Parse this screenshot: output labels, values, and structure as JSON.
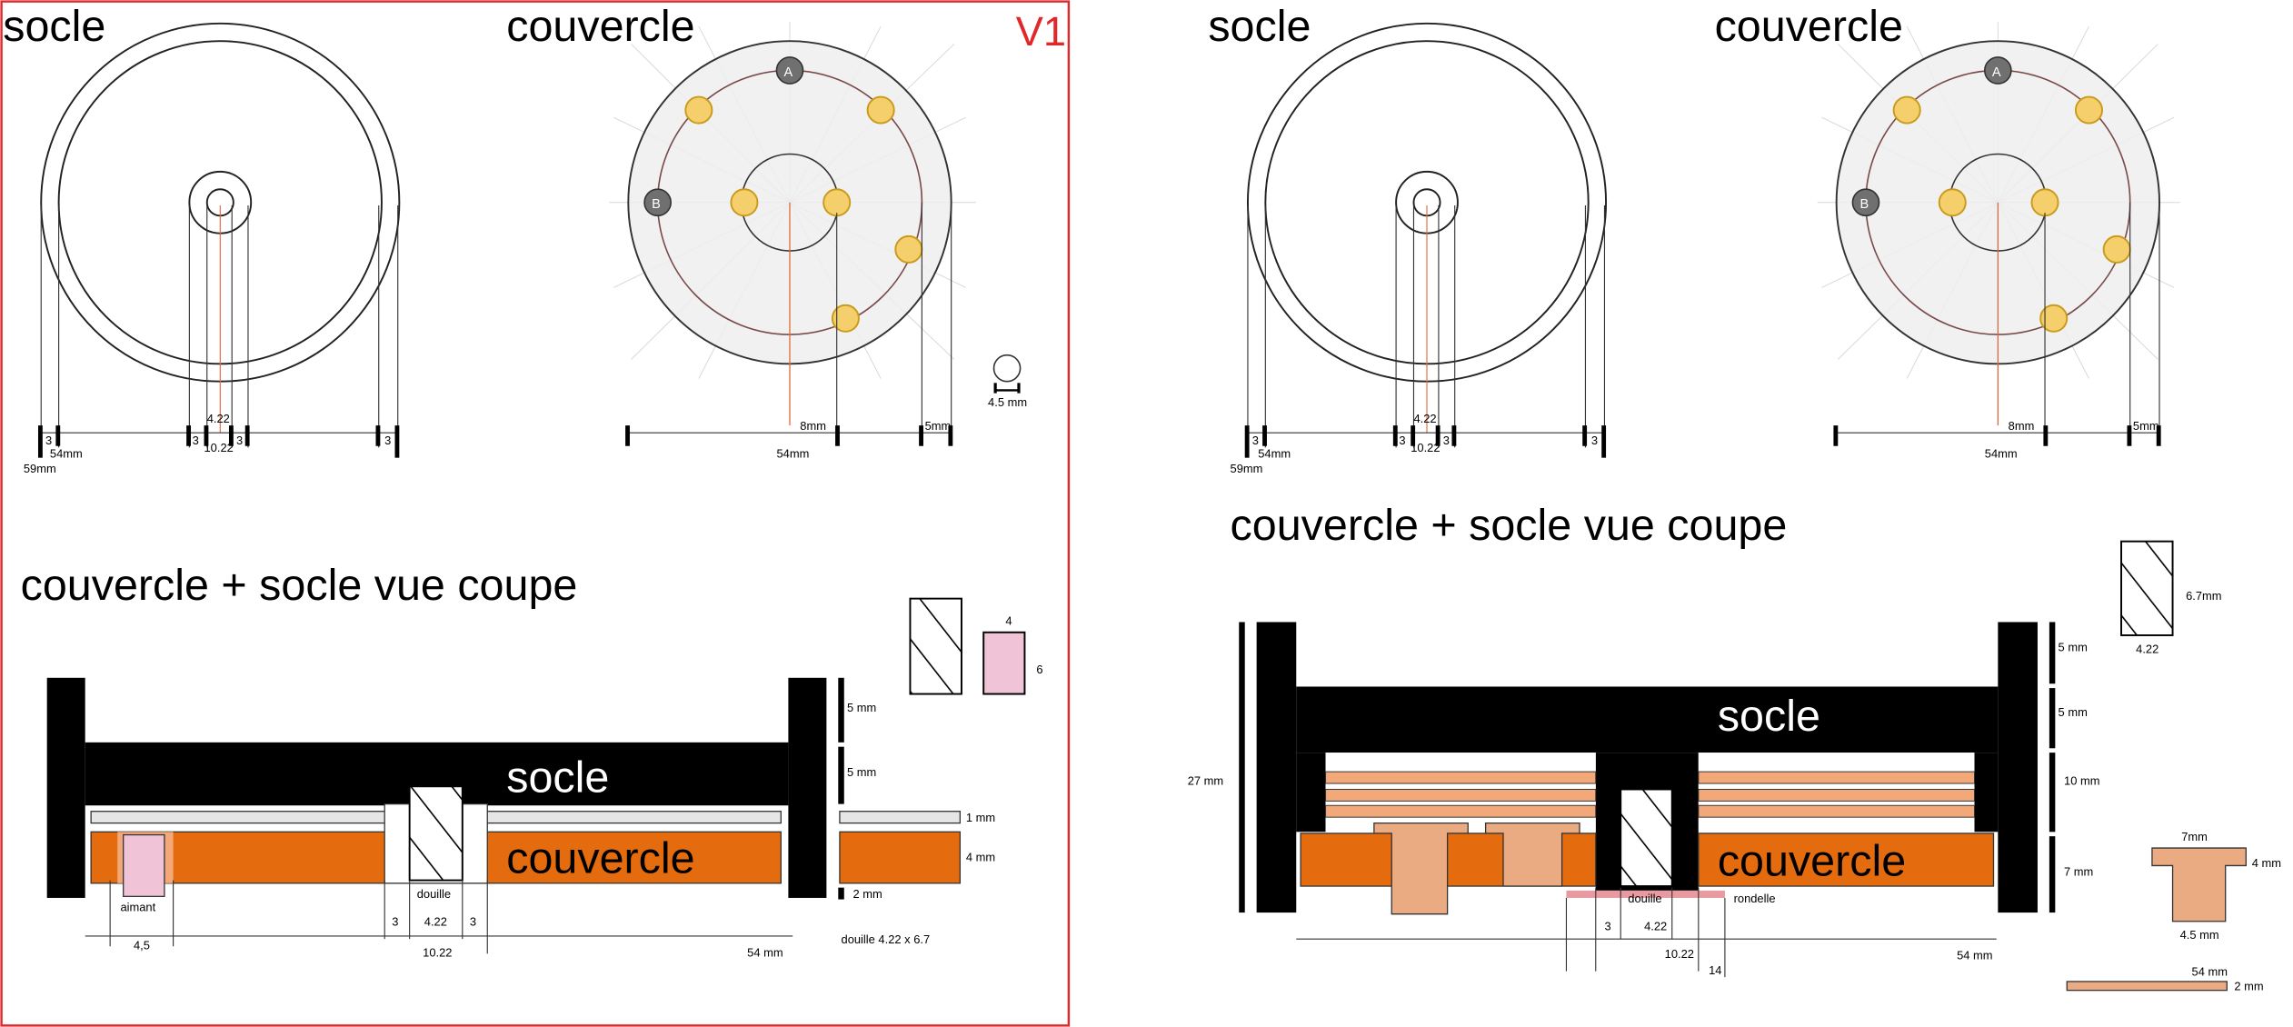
{
  "v1": {
    "badge": "V1",
    "top": {
      "socle_title": "socle",
      "couvercle_title": "couvercle",
      "dims_socle": {
        "d1": "3",
        "d2": "54mm",
        "d3": "59mm",
        "d4": "3",
        "d5": "4.22",
        "d6": "10.22",
        "d7": "3",
        "d8": "3"
      },
      "dims_couv": {
        "d1": "8mm",
        "d2": "5mm",
        "d3": "54mm"
      },
      "magnet_size": "4.5 mm",
      "markers": {
        "a": "A",
        "b": "B"
      }
    },
    "section": {
      "title": "couvercle + socle vue coupe",
      "socle_label": "socle",
      "couvercle_label": "couvercle",
      "dims_right": [
        "5 mm",
        "5 mm",
        "1 mm",
        "4 mm",
        "2 mm"
      ],
      "label_aimant": "aimant",
      "label_douille": "douille",
      "dim_45": "4,5",
      "dim_3a": "3",
      "dim_422": "4.22",
      "dim_3b": "3",
      "dim_1022": "10.22",
      "dim_54": "54 mm",
      "douille_note": "douille 4.22 x 6.7",
      "piece_w": "4",
      "piece_h": "6"
    }
  },
  "v2": {
    "top": {
      "socle_title": "socle",
      "couvercle_title": "couvercle",
      "dims_socle": {
        "d1": "3",
        "d2": "54mm",
        "d3": "59mm",
        "d4": "3",
        "d5": "4.22",
        "d6": "10.22",
        "d7": "3",
        "d8": "3"
      },
      "dims_couv": {
        "d1": "8mm",
        "d2": "5mm",
        "d3": "54mm"
      },
      "markers": {
        "a": "A",
        "b": "B"
      }
    },
    "section": {
      "title": "couvercle + socle vue coupe",
      "socle_label": "socle",
      "couvercle_label": "couvercle",
      "dims_right": [
        "5 mm",
        "5 mm",
        "10 mm",
        "7 mm"
      ],
      "dim_27": "27 mm",
      "label_douille": "douille",
      "label_rondelle": "rondelle",
      "dim_3": "3",
      "dim_422": "4.22",
      "dim_1022": "10.22",
      "dim_14": "14",
      "dim_54": "54 mm",
      "douille_h": "6.7mm",
      "douille_w": "4.22",
      "t_top": "7mm",
      "t_h": "4 mm",
      "t_bottom": "4.5 mm",
      "bar_w": "54 mm",
      "bar_h": "2 mm"
    }
  }
}
